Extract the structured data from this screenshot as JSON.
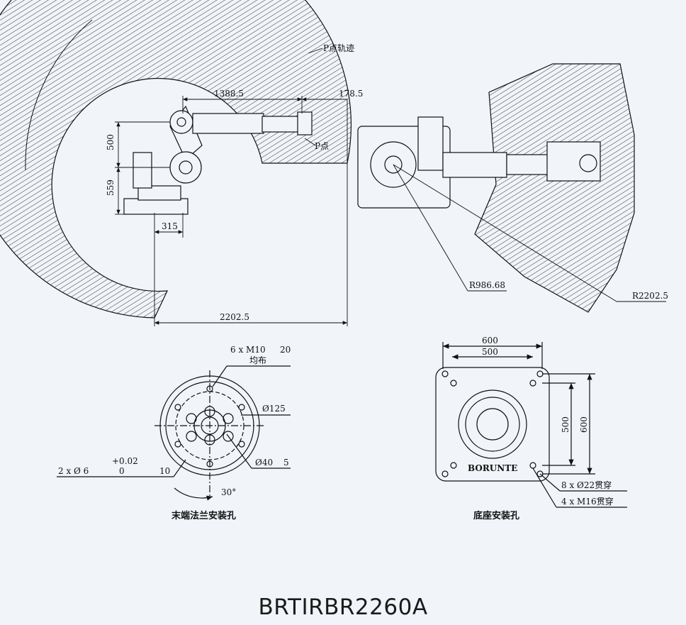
{
  "side_view": {
    "p_trajectory": "P点轨迹",
    "p_point": "P点",
    "dim_reach": "1388.5",
    "dim_tool": "178.5",
    "dim_upper": "500",
    "dim_base_height": "559",
    "dim_base_offset": "315",
    "dim_total": "2202.5"
  },
  "top_view": {
    "radius_inner": "R986.68",
    "radius_outer": "R2202.5"
  },
  "flange": {
    "holes": "6 x M10",
    "holes_depth": "20",
    "holes_note": "均布",
    "dia_outer": "Ø125",
    "dia_inner": "Ø40",
    "dia_inner_depth": "5",
    "pin_holes": "2 x Ø 6",
    "pin_tol_upper": "+0.02",
    "pin_tol_lower": "0",
    "pin_depth": "10",
    "angle": "30°",
    "caption": "末端法兰安装孔"
  },
  "base": {
    "dim_600_top": "600",
    "dim_500_top": "500",
    "dim_500_side": "500",
    "dim_600_side": "600",
    "holes_through": "8 x Ø22贯穿",
    "threads_through": "4 x M16贯穿",
    "brand": "BORUNTE",
    "caption": "底座安装孔"
  },
  "model": "BRTIRBR2260A",
  "colors": {
    "background": "#f1f4f9",
    "line": "#111111"
  }
}
